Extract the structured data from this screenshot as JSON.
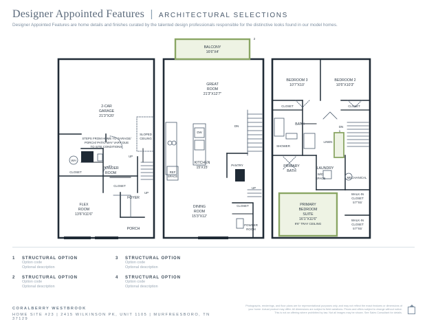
{
  "header": {
    "title": "Designer Appointed Features",
    "separator": "|",
    "subtitle_caps": "ARCHITECTURAL SELECTIONS",
    "description": "Designer Appointed Features are home details and finishes curated by the talented design professionals responsible for the distinctive looks found in our model homes."
  },
  "floor1": {
    "garage": "2-CAR",
    "garage_b": "GARAGE",
    "garage_dim": "21'3\"X20'",
    "steps_note_1": "STEPS FROM HOME TO GARAGE/",
    "steps_note_2": "PORCH/ PATIO MAY VARY DUE",
    "steps_note_3": "TO SITE CONDITIONS.",
    "sloped_1": "SLOPED",
    "sloped_2": "CEILING",
    "wh": "WH",
    "closet_a": "CLOSET",
    "powder_1": "POWDER",
    "powder_2": "ROOM",
    "closet_b": "CLOSET",
    "up_a": "UP",
    "up_b": "UP",
    "flex_1": "FLEX",
    "flex_2": "ROOM",
    "flex_dim": "13'6\"X11'6\"",
    "foyer": "FOYER",
    "porch": "PORCH"
  },
  "floor2": {
    "balcony": "BALCONY",
    "balcony_dim": "16'6\"X4'",
    "option_marker": "2",
    "great_1": "GREAT",
    "great_2": "ROOM",
    "great_dim": "21'3\"X12'7\"",
    "dn": "DN",
    "dw": "DW",
    "kitchen": "KITCHEN",
    "kitchen_dim": "15'X15'",
    "pantry": "PANTRY",
    "ref_1": "REF",
    "ref_2": "SPACE",
    "up": "UP",
    "dining_1": "DINING",
    "dining_2": "ROOM",
    "dining_dim": "15'3\"X12'",
    "closet": "CLOSET",
    "powder_1": "POWDER",
    "powder_2": "ROOM"
  },
  "floor3": {
    "bed3": "BEDROOM 3",
    "bed3_dim": "10'7\"X10'",
    "bed2": "BEDROOM 2",
    "bed2_dim": "10'5\"X10'3\"",
    "closet_a": "CLOSET",
    "closet_b": "CLOSET",
    "bath": "BATH",
    "dn": "DN",
    "shower": "SHOWER",
    "linen": "LINEN",
    "option_marker": "1",
    "primary_bath_1": "PRIMARY",
    "primary_bath_2": "BATH",
    "laundry": "LAUNDRY",
    "wd_1": "W/D",
    "wd_2": "SPACE",
    "mechanical": "MECHANICAL",
    "walkin_a_1": "WALK-IN",
    "walkin_a_2": "CLOSET",
    "walkin_a_dim": "5'7\"X5'",
    "primary_1": "PRIMARY",
    "primary_2": "BEDROOM",
    "primary_3": "SUITE",
    "primary_dim": "16'1\"X11'6\"",
    "tray": "9'6\" TRAY CEILING",
    "walkin_b_1": "WALK-IN",
    "walkin_b_2": "CLOSET",
    "walkin_b_dim": "5'7\"X5'"
  },
  "options": [
    {
      "num": "1",
      "title": "STRUCTURAL OPTION",
      "line1": "Option code",
      "line2": "Optional description"
    },
    {
      "num": "2",
      "title": "STRUCTURAL OPTION",
      "line1": "Option code",
      "line2": "Optional description"
    },
    {
      "num": "3",
      "title": "STRUCTURAL OPTION",
      "line1": "Option code",
      "line2": "Optional description"
    },
    {
      "num": "4",
      "title": "STRUCTURAL OPTION",
      "line1": "Option code",
      "line2": "Optional description"
    }
  ],
  "footer": {
    "community": "CORALBERRY WESTBROOK",
    "site": "HOME SITE #23  |  2415 WILKINSON PK, UNIT 1105  |  MURFREESBORO, TN 37129",
    "disclaimer_1": "Photographs, renderings, and floor plans are for representational purposes only, and may not reflect the exact features or dimensions of",
    "disclaimer_2": "your home. Actual product may differ. All dimensions are subject to field variations. Prices and offers subject to change without notice.",
    "disclaimer_3": "This is not an offering where prohibited by law. Not all images may be shown. See Sales Consultant for details."
  },
  "colors": {
    "wall": "#1f2a35",
    "option_green": "#8aa664",
    "option_fill": "#eef3e4",
    "heading": "#5b6a7b"
  }
}
